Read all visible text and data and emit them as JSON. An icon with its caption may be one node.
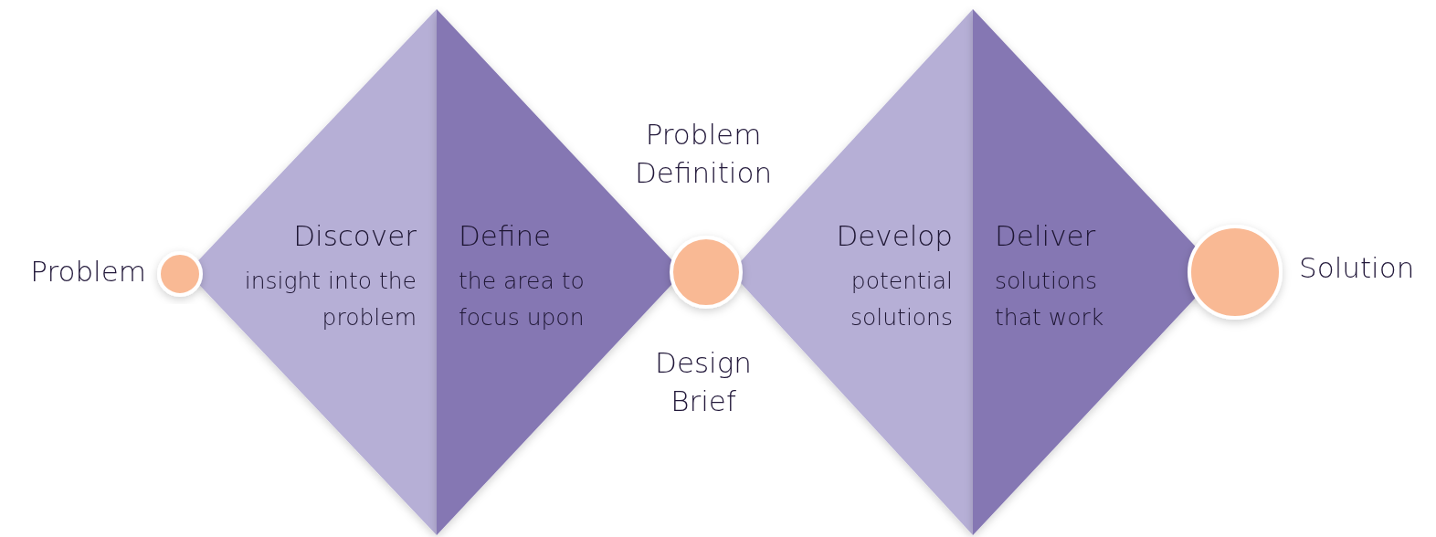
{
  "diagram": {
    "nodes": [
      {
        "text": [],
        "shape": "circle",
        "beside": [
          "Problem"
        ]
      },
      {
        "text": [
          "Discover",
          "insight into the problem"
        ]
      },
      {
        "text": [
          "Define",
          "the area to focus upon"
        ]
      },
      {
        "text": [],
        "shape": "circle"
      },
      {
        "text": [
          "Develop",
          "potential solutions"
        ]
      },
      {
        "text": [
          "Deliver",
          "solutions that work"
        ]
      },
      {
        "text": [],
        "shape": "circle",
        "beside": [
          "Solution"
        ]
      }
    ],
    "labels": [
      "Problem Definition",
      "Design Brief"
    ]
  }
}
